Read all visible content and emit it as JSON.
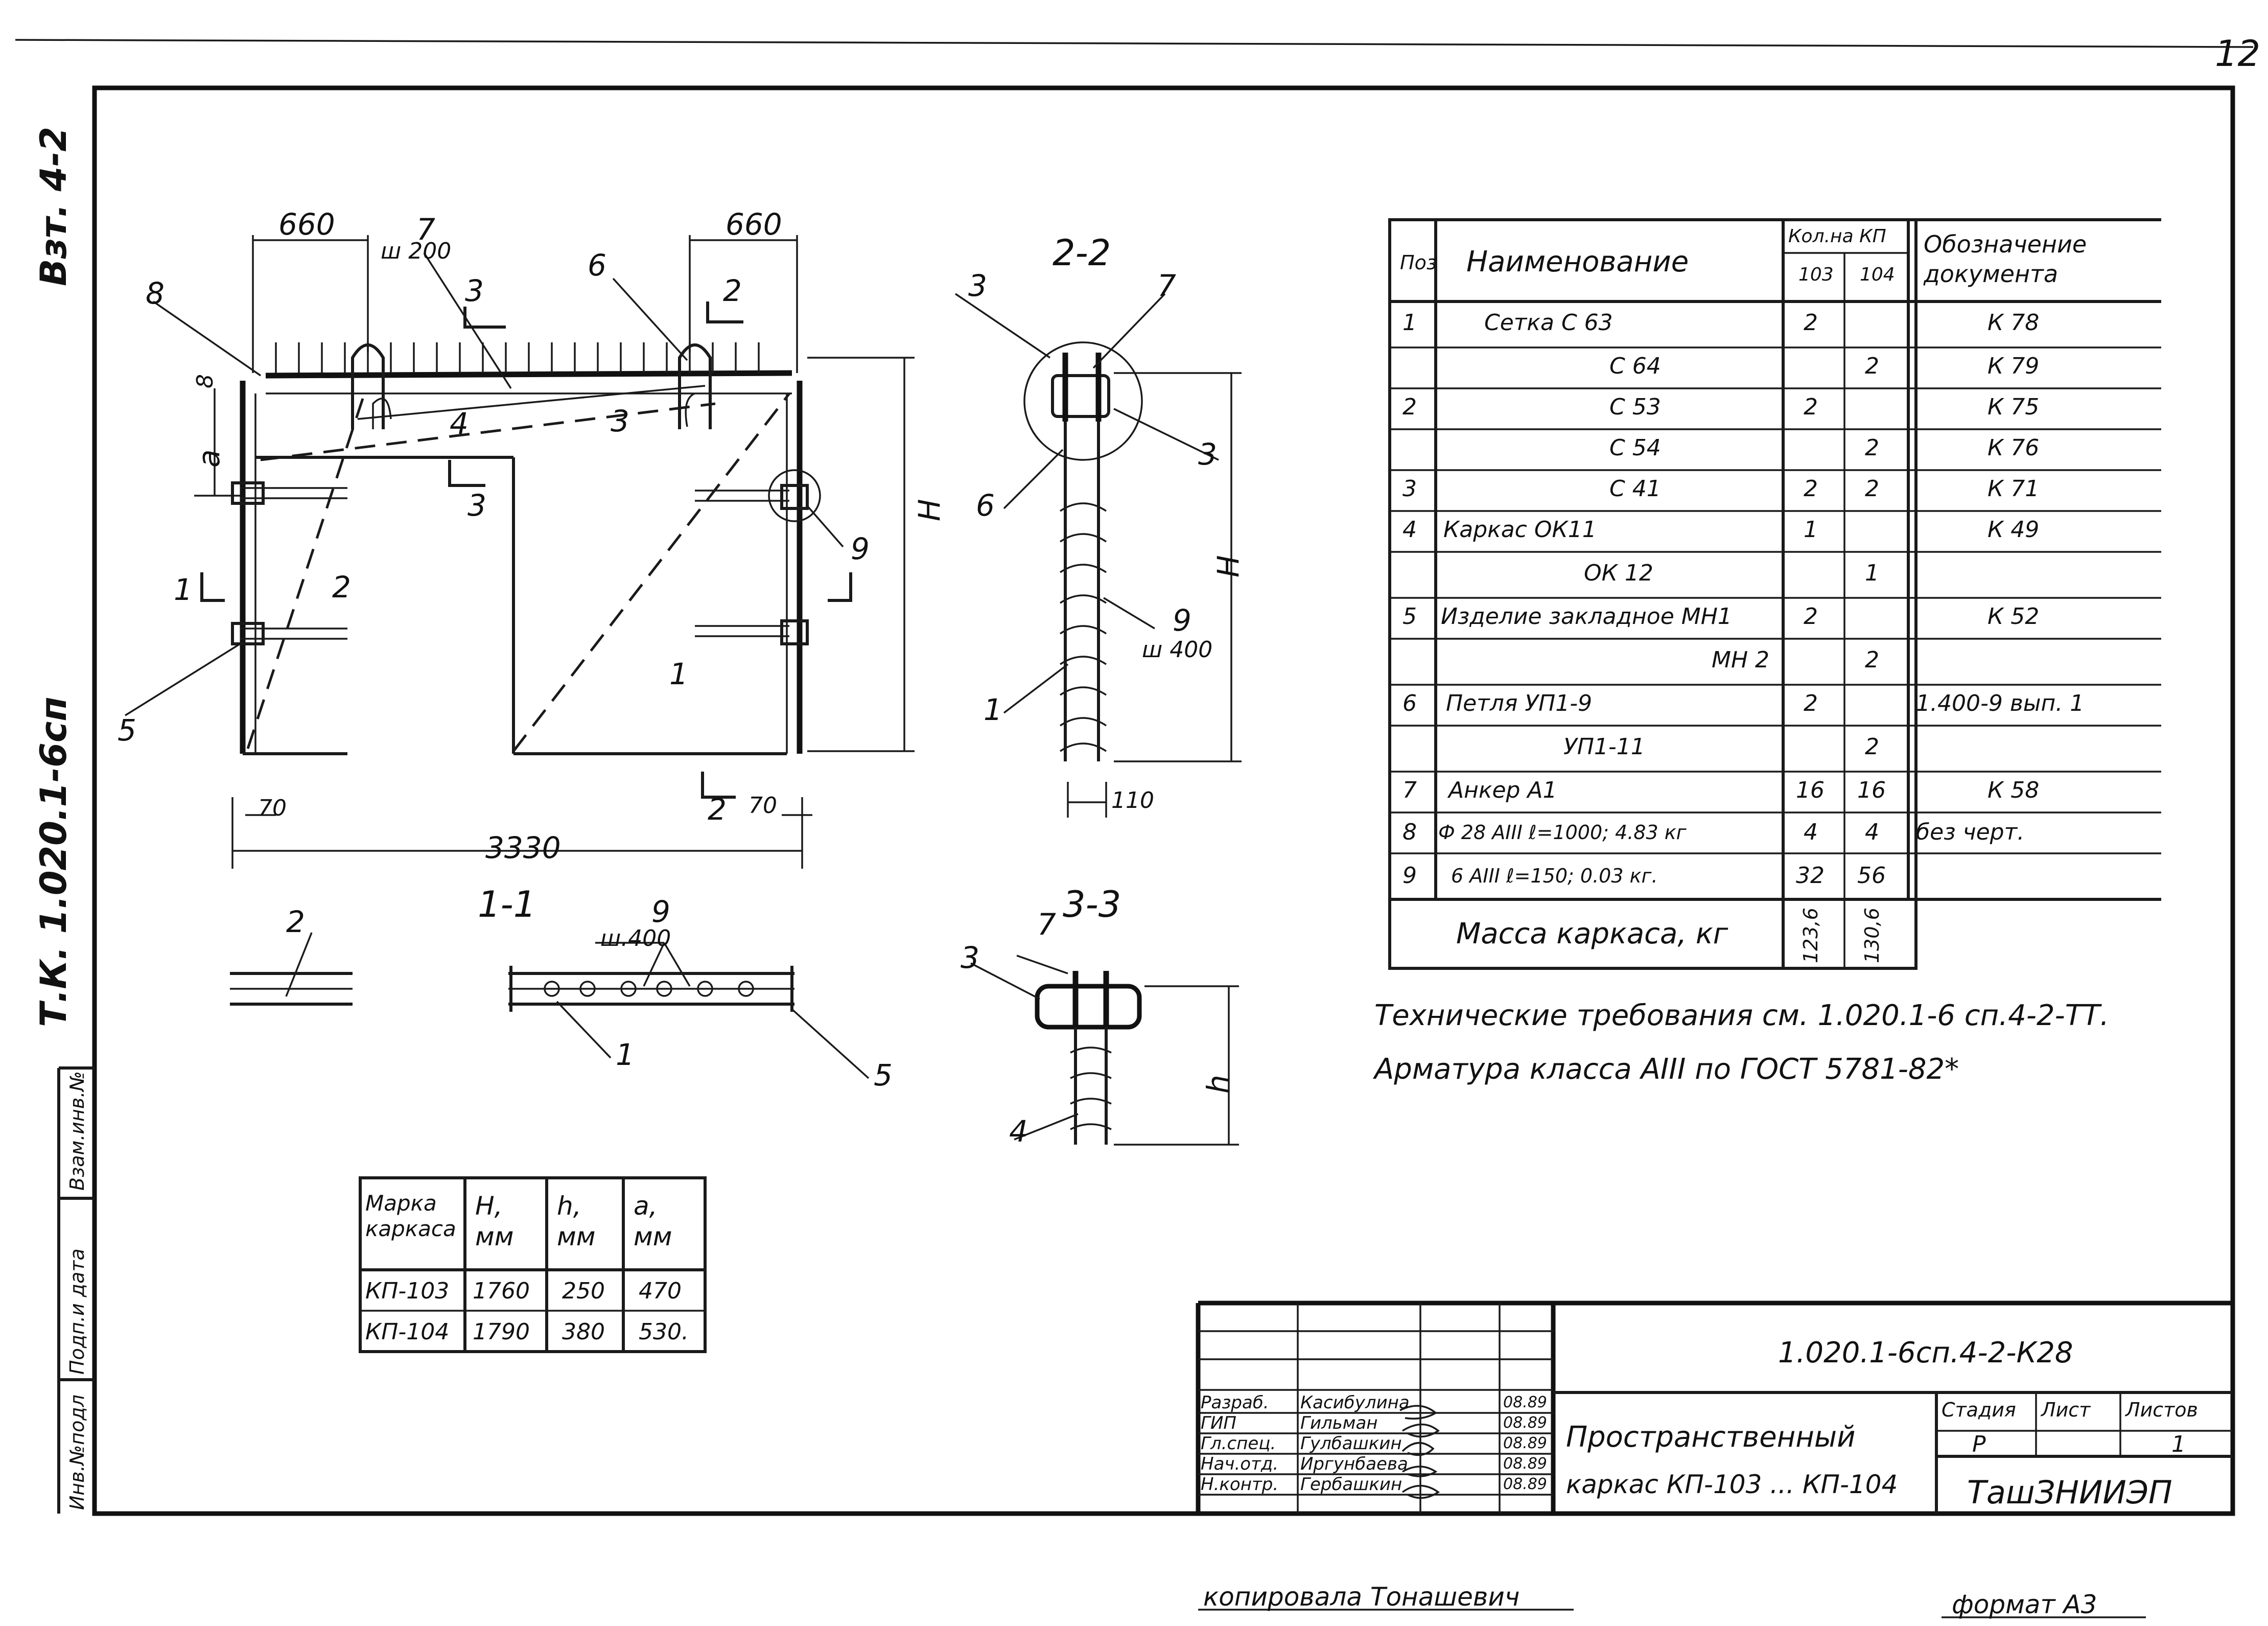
{
  "top_right_mark": "12",
  "left_strip": {
    "vzam": "Взт. 4-2",
    "series": "Т.К. 1.020.1-6сп",
    "stamps": [
      "Взам.инв.№",
      "Подп.и дата",
      "Инв.№подл"
    ]
  },
  "elevation": {
    "dims_top": [
      "660",
      "660"
    ],
    "dim_bottom": "3330",
    "dim_70_left": "70",
    "dim_70_right": "70",
    "step_top": "ш 200",
    "callouts": [
      "8",
      "7",
      "6",
      "2",
      "3",
      "4",
      "3",
      "3",
      "2",
      "1",
      "5",
      "9",
      "1",
      "2"
    ],
    "h_label": "Н",
    "a_label": "а",
    "dim_small": "8"
  },
  "section22": {
    "title": "2-2",
    "callouts": [
      "3",
      "7",
      "3",
      "6",
      "9",
      "1"
    ],
    "step": "ш 400",
    "h_label": "Н",
    "width": "110"
  },
  "section11": {
    "title": "1-1",
    "callouts": [
      "2",
      "9",
      "1",
      "5"
    ],
    "step": "ш.400"
  },
  "section33": {
    "title": "3-3",
    "callouts": [
      "7",
      "3",
      "4"
    ],
    "h_label": "h"
  },
  "spec_table": {
    "headers": [
      "Поз",
      "Наименование",
      "Кол.на КП",
      "103",
      "104",
      "Обозначение документа"
    ],
    "rows": [
      {
        "pos": "1",
        "name": "Сетка  С 63",
        "q103": "2",
        "q104": "",
        "doc": "К 78"
      },
      {
        "pos": "",
        "name": "С 64",
        "q103": "",
        "q104": "2",
        "doc": "К 79"
      },
      {
        "pos": "2",
        "name": "С 53",
        "q103": "2",
        "q104": "",
        "doc": "К 75"
      },
      {
        "pos": "",
        "name": "С 54",
        "q103": "",
        "q104": "2",
        "doc": "К 76"
      },
      {
        "pos": "3",
        "name": "С 41",
        "q103": "2",
        "q104": "2",
        "doc": "К 71"
      },
      {
        "pos": "4",
        "name": "Каркас  ОК11",
        "q103": "1",
        "q104": "",
        "doc": "К 49"
      },
      {
        "pos": "",
        "name": "ОК 12",
        "q103": "",
        "q104": "1",
        "doc": ""
      },
      {
        "pos": "5",
        "name": "Изделие закладное  МН1",
        "q103": "2",
        "q104": "",
        "doc": "К 52"
      },
      {
        "pos": "",
        "name": "МН 2",
        "q103": "",
        "q104": "2",
        "doc": ""
      },
      {
        "pos": "6",
        "name": "Петля  УП1-9",
        "q103": "2",
        "q104": "",
        "doc": "1.400-9  вып. 1"
      },
      {
        "pos": "",
        "name": "УП1-11",
        "q103": "",
        "q104": "2",
        "doc": ""
      },
      {
        "pos": "7",
        "name": "Анкер А1",
        "q103": "16",
        "q104": "16",
        "doc": "К 58"
      },
      {
        "pos": "8",
        "name": "Ф 28 АIII  ℓ=1000; 4.83 кг",
        "q103": "4",
        "q104": "4",
        "doc": "без черт."
      },
      {
        "pos": "9",
        "name": "6 АIII  ℓ=150; 0.03 кг.",
        "q103": "32",
        "q104": "56",
        "doc": ""
      }
    ],
    "mass_label": "Масса каркаса, кг",
    "mass_103": "123,6",
    "mass_104": "130,6"
  },
  "notes": [
    "Технические требования см. 1.020.1-6 сп.4-2-ТТ.",
    "Арматура класса АIII по ГОСТ 5781-82*"
  ],
  "size_table": {
    "headers": [
      "Марка каркаса",
      "Н, мм",
      "h, мм",
      "а, мм"
    ],
    "rows": [
      [
        "КП-103",
        "1760",
        "250",
        "470"
      ],
      [
        "КП-104",
        "1790",
        "380",
        "530."
      ]
    ]
  },
  "title_block": {
    "code": "1.020.1-6сп.4-2-К28",
    "roles": [
      "Разраб.",
      "ГИП",
      "Гл.спец.",
      "Нач.отд.",
      "Н.контр."
    ],
    "names": [
      "Касибулина",
      "Гильман",
      "Гулбашкин",
      "Иргунбаева",
      "Гербашкин"
    ],
    "dates": [
      "08.89",
      "08.89",
      "08.89",
      "08.89",
      "08.89"
    ],
    "object_line1": "Пространственный",
    "object_line2": "каркас КП-103 ... КП-104",
    "stage_label": "Стадия",
    "sheet_label": "Лист",
    "sheets_label": "Листов",
    "stage": "Р",
    "sheets": "1",
    "org": "ТашЗНИИЭП"
  },
  "footer": {
    "copied": "копировала  Тонашевич",
    "format": "формат А3"
  }
}
